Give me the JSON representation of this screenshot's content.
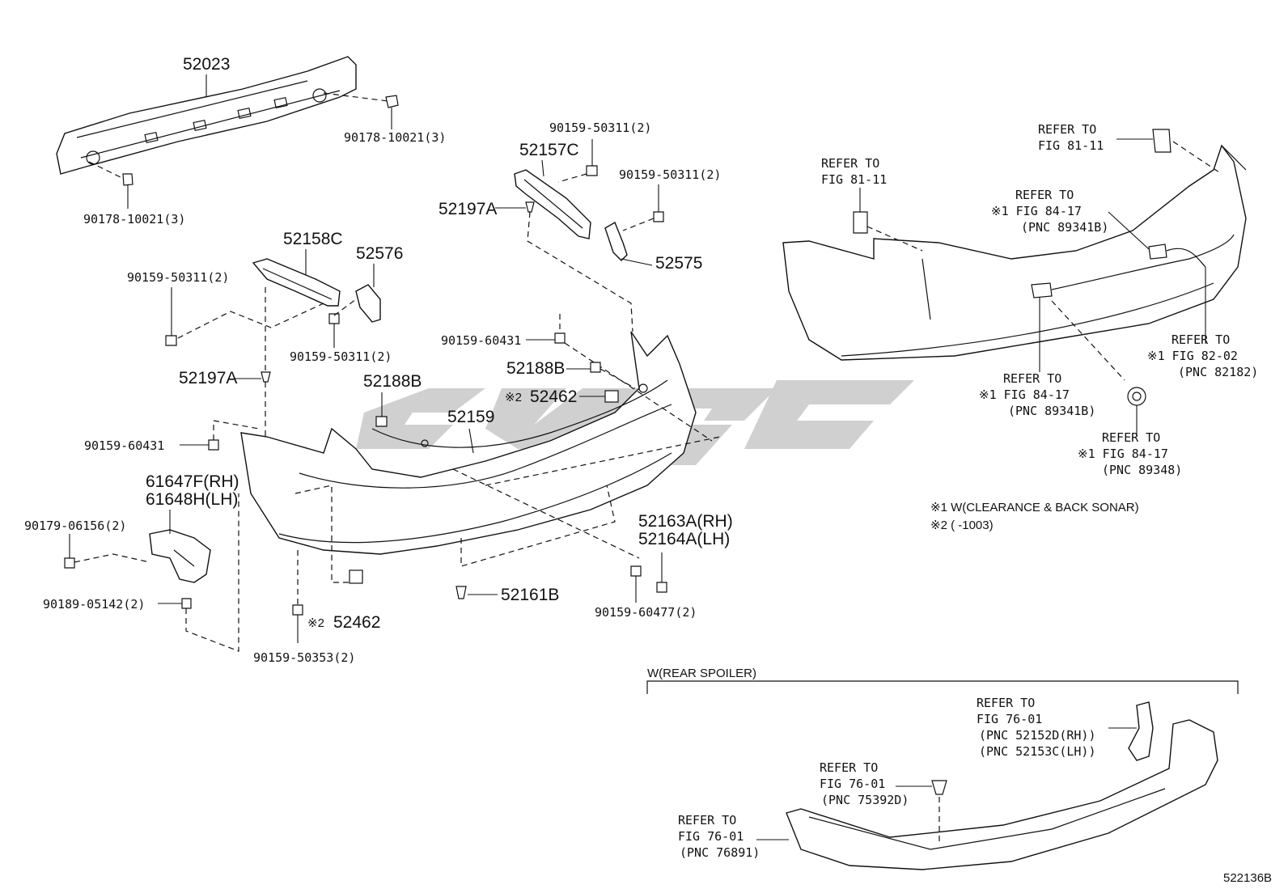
{
  "parts": {
    "p52023": "52023",
    "p90178_top": "90178-10021(3)",
    "p90178_bot": "90178-10021(3)",
    "p90159_50311_a": "90159-50311(2)",
    "p52157C": "52157C",
    "p90159_50311_b": "90159-50311(2)",
    "p52197A_a": "52197A",
    "p52575": "52575",
    "p52158C": "52158C",
    "p52576": "52576",
    "p90159_50311_c": "90159-50311(2)",
    "p90159_50311_d": "90159-50311(2)",
    "p52197A_b": "52197A",
    "p90159_60431_a": "90159-60431",
    "p52188B_a": "52188B",
    "p52188B_b": "52188B",
    "p52462_a_mark": "※2",
    "p52462_a": "52462",
    "p52159": "52159",
    "p90159_60431_b": "90159-60431",
    "p61647F": "61647F(RH)",
    "p61648H": "61648H(LH)",
    "p90179": "90179-06156(2)",
    "p90189": "90189-05142(2)",
    "p52163A": "52163A(RH)",
    "p52164A": "52164A(LH)",
    "p52462_b_mark": "※2",
    "p52462_b": "52462",
    "p52161B": "52161B",
    "p90159_60477": "90159-60477(2)",
    "p90159_50353": "90159-50353(2)"
  },
  "refs": {
    "r1": [
      "REFER TO",
      "FIG 81-11"
    ],
    "r2": [
      "REFER TO",
      "FIG 81-11"
    ],
    "r3": [
      "REFER TO",
      "※1 FIG 84-17",
      "(PNC 89341B)"
    ],
    "r4": [
      "REFER TO",
      "※1 FIG 82-02",
      "(PNC 82182)"
    ],
    "r5": [
      "REFER TO",
      "※1 FIG 84-17",
      "(PNC 89341B)"
    ],
    "r6": [
      "REFER TO",
      "※1 FIG 84-17",
      "(PNC 89348)"
    ],
    "r7": [
      "REFER TO",
      "FIG 76-01",
      "(PNC 52152D(RH))",
      "(PNC 52153C(LH))"
    ],
    "r8": [
      "REFER TO",
      "FIG 76-01",
      "(PNC 75392D)"
    ],
    "r9": [
      "REFER TO",
      "FIG 76-01",
      "(PNC 76891)"
    ]
  },
  "notes": {
    "note1": "※1 W(CLEARANCE & BACK SONAR)",
    "note2": "※2 (        -1003)",
    "spoiler_title": "W(REAR SPOILER)",
    "diagram_id": "522136B"
  },
  "colors": {
    "line": "#111111",
    "watermark": "#c8c8c8",
    "background": "#ffffff"
  }
}
